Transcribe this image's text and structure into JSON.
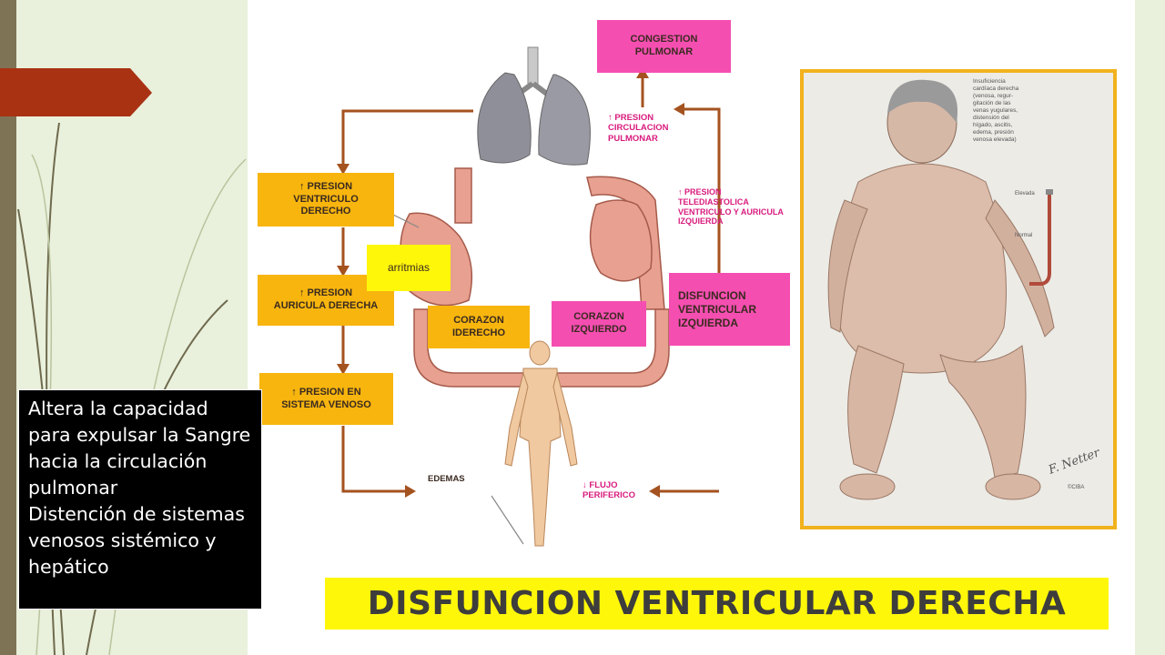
{
  "slide": {
    "title": "DISFUNCION VENTRICULAR DERECHA",
    "note_lines": [
      "Altera la capacidad para expulsar la Sangre hacia la circulación pulmonar",
      "Distención de sistemas venosos sistémico y hepático"
    ]
  },
  "diagram": {
    "boxes": {
      "congestion": "CONGESTION\nPULMONAR",
      "presion_vd": "↑ PRESION\nVENTRICULO\nDERECHO",
      "presion_ad": "↑ PRESION\nAURICULA DERECHA",
      "presion_venoso": "↑ PRESION EN\nSISTEMA VENOSO",
      "arritmias": "arritmias",
      "corazon_derecho": "CORAZON\nIDERECHO",
      "corazon_izquierdo": "CORAZON\nIZQUIERDO",
      "disfuncion_vi": "DISFUNCION\nVENTRICULAR\nIZQUIERDA"
    },
    "labels": {
      "presion_circulacion": "↑ PRESION\nCIRCULACION\nPULMONAR",
      "presion_telediastolica": "↑ PRESION\nTELEDIASTOLICA\nVENTRICULO Y AURICULA\nIZQUIERDA",
      "edemas": "EDEMAS",
      "flujo": "↓ FLUJO\nPERIFERICO"
    }
  },
  "illustration": {
    "caption": "Insuficiencia\ncardíaca derecha\n(venosa, regur-\ngitación de las\nvenas yugulares,\ndistensión del\nhígado, ascitis,\nedema, presión\nvenosa elevada)",
    "label_elevada": "Elevada",
    "label_normal": "Normal",
    "signature": "F. Netter",
    "mark": "©CIBA"
  },
  "colors": {
    "orange": "#f7b50e",
    "pink": "#f54eb1",
    "yellow": "#fff70a",
    "arrow": "#a4521f",
    "red_tab": "#a93213"
  }
}
